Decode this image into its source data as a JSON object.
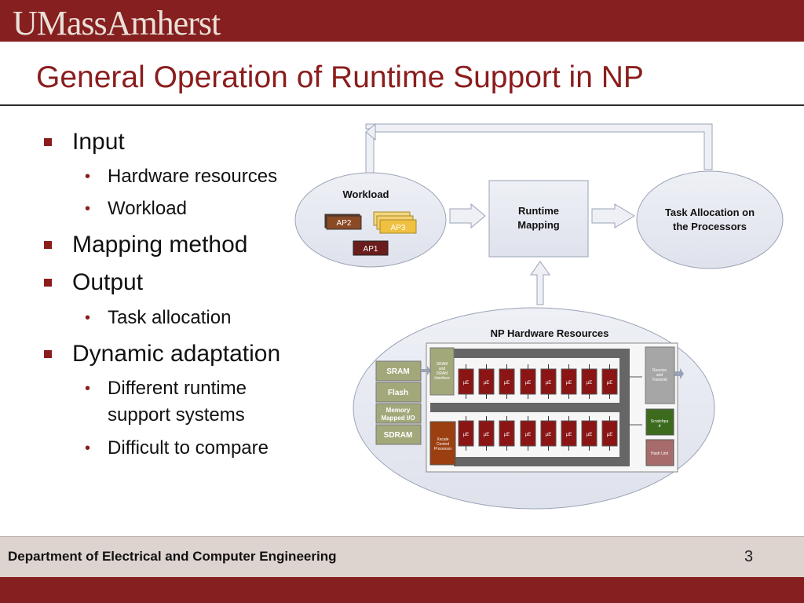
{
  "header": {
    "logo": "UMassAmherst",
    "title": "General Operation of Runtime Support in NP"
  },
  "bullets": [
    {
      "level": 1,
      "text": "Input"
    },
    {
      "level": 2,
      "text": "Hardware resources"
    },
    {
      "level": 2,
      "text": "Workload"
    },
    {
      "level": 1,
      "text": "Mapping method"
    },
    {
      "level": 1,
      "text": "Output"
    },
    {
      "level": 2,
      "text": "Task allocation"
    },
    {
      "level": 1,
      "text": "Dynamic adaptation"
    },
    {
      "level": 2,
      "text": "Different runtime"
    },
    {
      "level": 2,
      "text": "support systems"
    },
    {
      "level": 2,
      "text": "Difficult to compare"
    }
  ],
  "diagram": {
    "workload": {
      "label": "Workload",
      "apps": [
        "AP2",
        "AP3",
        "AP1"
      ]
    },
    "runtime_mapping": {
      "line1": "Runtime",
      "line2": "Mapping"
    },
    "task_allocation": {
      "line1": "Task Allocation on",
      "line2": "the Processors"
    },
    "hardware": {
      "label": "NP Hardware Resources",
      "memory": [
        "SRAM",
        "Flash",
        "Memory",
        "Mapped I/O",
        "SDRAM"
      ],
      "sram_dram_if": [
        "SRAM",
        "and",
        "DRAM",
        "Interface"
      ],
      "xscale": [
        "Xscale",
        "Control",
        "Processor"
      ],
      "me_label": "µE",
      "receive": [
        "Receive",
        "and",
        "Transmit"
      ],
      "scratchpad": [
        "Scratchpa",
        "d"
      ],
      "hash_unit": "Hash Unit"
    }
  },
  "footer": {
    "department": "Department of Electrical and Computer Engineering",
    "page": "3"
  },
  "colors": {
    "brand": "#861f1f",
    "footer_band": "#ddd3cf"
  }
}
